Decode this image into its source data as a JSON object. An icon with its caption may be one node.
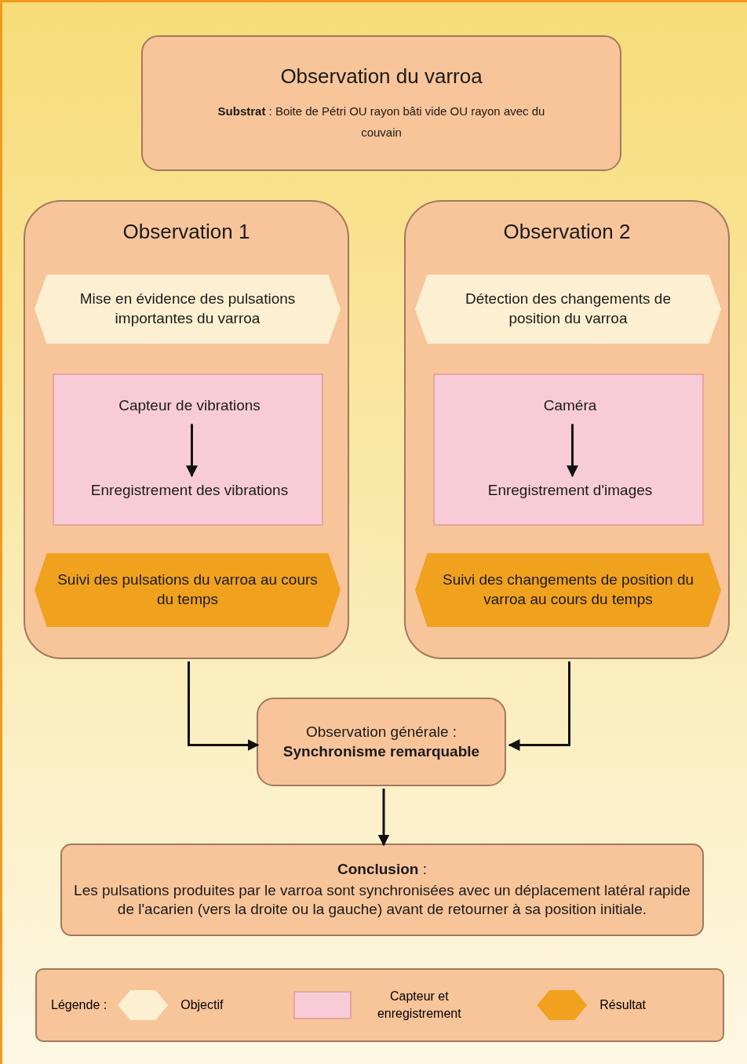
{
  "diagram": {
    "nodes": [
      {
        "text": [
          "Observation du varroa",
          "**Substrat** : Boite de Pétri OU rayon bâti vide OU rayon avec du couvain"
        ]
      },
      {
        "text": [
          "Observation 1"
        ]
      },
      {
        "text": [
          "Mise en évidence des pulsations importantes du varroa"
        ],
        "in": 1
      },
      {
        "text": [],
        "shape": "box",
        "in": 1
      },
      {
        "text": [
          "Capteur de vibrations"
        ],
        "in": 3
      },
      {
        "text": [
          "Enregistrement des vibrations"
        ],
        "in": 3
      },
      {
        "text": [
          "Suivi des pulsations du varroa au cours du temps"
        ],
        "in": 1
      },
      {
        "text": [
          "Observation 2"
        ]
      },
      {
        "text": [
          "Détection des changements de position du varroa"
        ],
        "in": 7
      },
      {
        "text": [],
        "shape": "box",
        "in": 7
      },
      {
        "text": [
          "Caméra"
        ],
        "in": 9
      },
      {
        "text": [
          "Enregistrement d'images"
        ],
        "in": 9
      },
      {
        "text": [
          "Suivi des changements de position du varroa au cours du temps"
        ],
        "in": 7
      },
      {
        "text": [
          "Observation générale : **Synchronisme remarquable**"
        ]
      },
      {
        "text": [
          "**Conclusion** :",
          "Les pulsations produites par le varroa sont synchronisées avec un déplacement latéral rapide de l'acarien (vers la droite ou la gauche) avant de retourner à sa position initiale."
        ]
      }
    ],
    "edges": [
      {
        "from": 4,
        "to": 5,
        "arrow": "to"
      },
      {
        "from": 10,
        "to": 11,
        "arrow": "to"
      },
      {
        "from": 1,
        "to": 13,
        "arrow": "to"
      },
      {
        "from": 7,
        "to": 13,
        "arrow": "to"
      },
      {
        "from": 13,
        "to": 14,
        "arrow": "to"
      }
    ],
    "labels": [
      "Légende :"
    ],
    "legend": [
      {
        "text": "Objectif",
        "color": "#fdf0d2"
      },
      {
        "text": "Capteur et enregistrement",
        "color": "#f8ccd6"
      },
      {
        "text": "Résultat",
        "color": "#f0a11e"
      }
    ]
  }
}
